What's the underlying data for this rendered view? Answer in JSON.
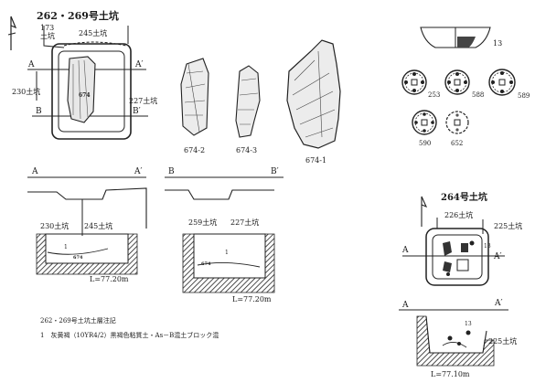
{
  "titles": {
    "pit_262_269": "262・269号土坑",
    "pit_264": "264号土坑"
  },
  "plan_262": {
    "north_label": "N",
    "pit_173": "173",
    "pit_173b": "土坑",
    "pit_245": "245土坑",
    "pit_230": "230土坑",
    "pit_227": "227土坑",
    "find_674": "674",
    "a": "A",
    "a_prime": "A′",
    "b": "B",
    "b_prime": "B′"
  },
  "stone_tools": {
    "t1": "674-2",
    "t2": "674-3",
    "t3": "674-1"
  },
  "section_a": {
    "a": "A",
    "a_prime": "A′",
    "pit_230": "230土坑",
    "pit_245": "245土坑",
    "layer": "1",
    "find": "674",
    "elev": "L=77.20m"
  },
  "section_b": {
    "b": "B",
    "b_prime": "B′",
    "pit_259": "259土坑",
    "pit_227": "227土坑",
    "layer": "1",
    "find": "674",
    "elev": "L=77.20m"
  },
  "legend": {
    "title": "262・269号土坑土層注記",
    "line1": "1　灰黄褐（10YR4/2）黒褐色粘質土・As－B混土ブロック混"
  },
  "artifacts": {
    "bowl": "13",
    "c253": "253",
    "c588": "588",
    "c589": "589",
    "c590": "590",
    "c652": "652"
  },
  "plan_264": {
    "pit_226": "226土坑",
    "pit_225": "225土坑",
    "num13": "13",
    "a": "A",
    "a_prime": "A′"
  },
  "section_264": {
    "a": "A",
    "a_prime": "A′",
    "pit_225": "225土坑",
    "num13": "13",
    "elev": "L=77.10m"
  }
}
